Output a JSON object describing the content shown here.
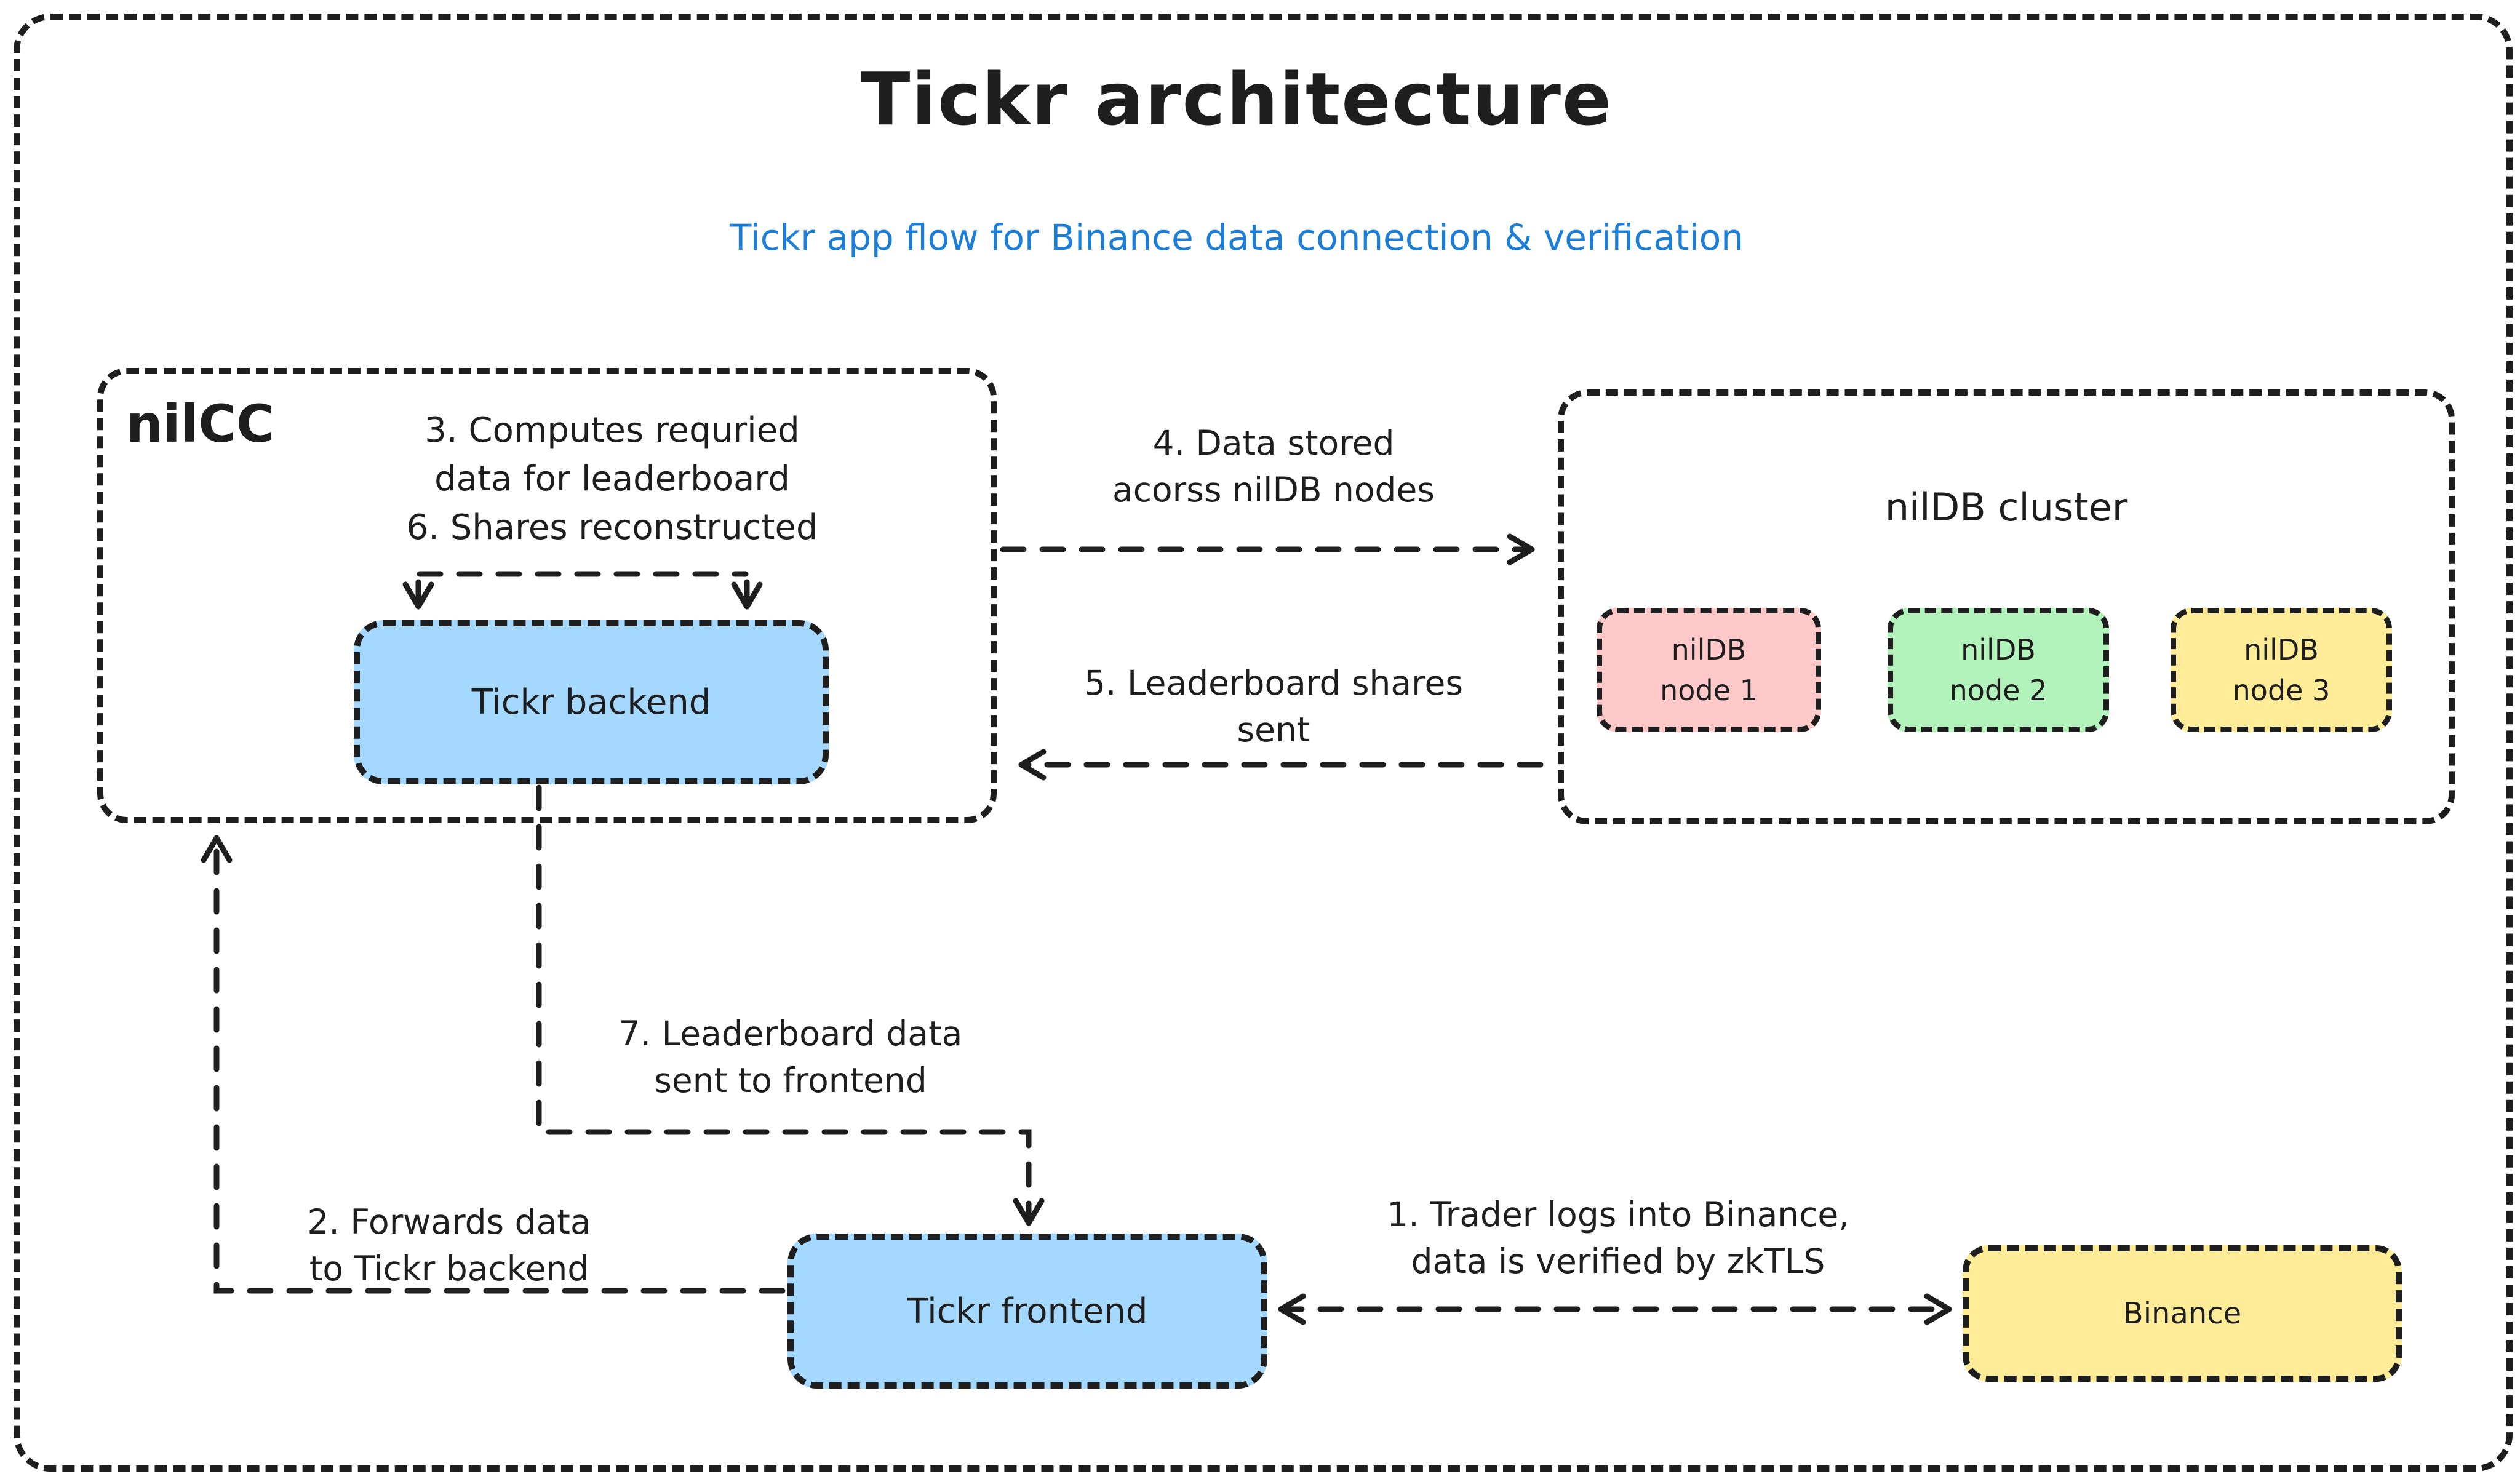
{
  "title": "Tickr architecture",
  "subtitle": "Tickr app flow for Binance data connection & verification",
  "colors": {
    "background": "#ffffff",
    "ink": "#1e1e1e",
    "accent_blue": "#1c7ed6",
    "box_blue": "#a5d8ff",
    "box_yellow": "#ffec99"
  },
  "nilcc": {
    "label": "nilCC",
    "note_line1": "3. Computes requried",
    "note_line2": "data for leaderboard",
    "note_line3": "6. Shares reconstructed",
    "backend_label": "Tickr backend"
  },
  "nildb": {
    "label": "nilDB cluster",
    "nodes": [
      {
        "line1": "nilDB",
        "line2": "node 1",
        "color": "#ffc9c9"
      },
      {
        "line1": "nilDB",
        "line2": "node 2",
        "color": "#b2f2bb"
      },
      {
        "line1": "nilDB",
        "line2": "node 3",
        "color": "#ffec99"
      }
    ]
  },
  "frontend": {
    "label": "Tickr frontend"
  },
  "binance": {
    "label": "Binance"
  },
  "flows": {
    "step1_line1": "1. Trader logs into Binance,",
    "step1_line2": "data is verified by zkTLS",
    "step2_line1": "2. Forwards data",
    "step2_line2": "to Tickr backend",
    "step4_line1": "4. Data stored",
    "step4_line2": "acorss nilDB nodes",
    "step5_line1": "5. Leaderboard shares",
    "step5_line2": "sent",
    "step7_line1": "7. Leaderboard data",
    "step7_line2": "sent to frontend"
  }
}
